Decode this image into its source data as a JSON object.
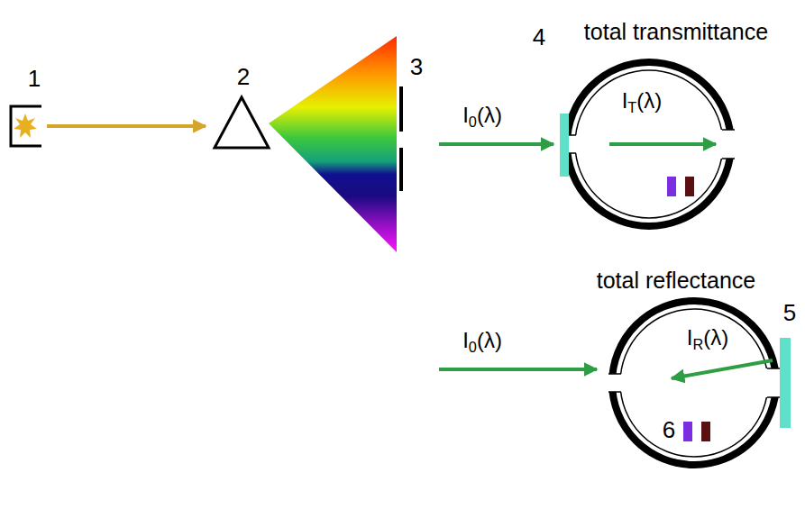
{
  "diagram": {
    "nodes": [
      {
        "text": [
          "total transmittance"
        ]
      },
      {
        "text": [
          "total reflectance"
        ]
      }
    ],
    "labels": [
      "1",
      "2",
      "3",
      "4",
      "5",
      "6",
      "I0(λ)",
      "IT(λ)",
      "I0(λ)",
      "IR(λ)"
    ]
  }
}
